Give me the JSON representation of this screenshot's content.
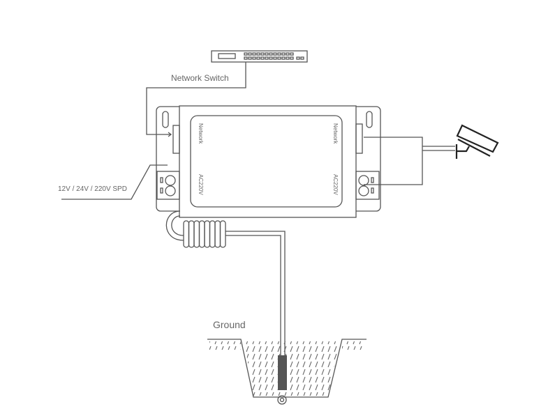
{
  "labels": {
    "network_switch": "Network Switch",
    "spd": "12V / 24V / 220V SPD",
    "ground": "Ground",
    "port_network_left": "Network",
    "port_network_right": "Network",
    "port_ac_left": "AC220V",
    "port_ac_right": "AC220V"
  },
  "colors": {
    "line": "#555555",
    "text": "#666666",
    "rod": "#555555"
  }
}
